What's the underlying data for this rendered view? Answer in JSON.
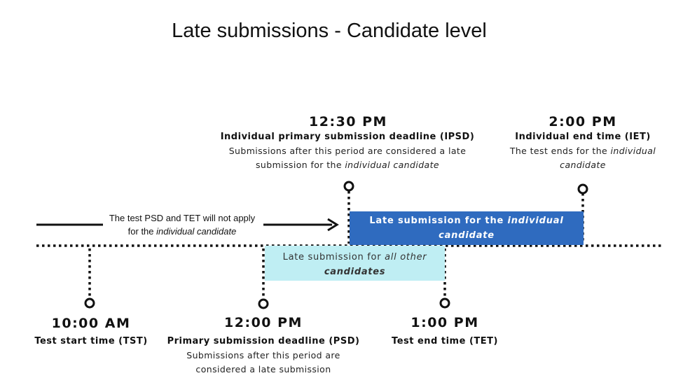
{
  "title": "Late submissions - Candidate level",
  "markers": {
    "tst": {
      "time": "10:00 AM",
      "label": "Test start time (TST)"
    },
    "psd": {
      "time": "12:00 PM",
      "label": "Primary submission deadline (PSD)",
      "desc": [
        "Submissions after this period are",
        "considered a late submission"
      ]
    },
    "ipsd": {
      "time": "12:30 PM",
      "label": "Individual primary submission deadline (IPSD)",
      "desc_line1": "Submissions after this period are considered a late",
      "desc_line2_pre": "submission for the ",
      "desc_line2_em": "individual candidate"
    },
    "tet": {
      "time": "1:00 PM",
      "label": "Test end time (TET)"
    },
    "iet": {
      "time": "2:00 PM",
      "label": "Individual end time (IET)",
      "desc_line1_pre": "The test ends for the ",
      "desc_line1_em": "individual",
      "desc_line2_em": "candidate"
    }
  },
  "note": {
    "line1": "The test PSD and TET will not apply",
    "line2_pre": "for the ",
    "line2_em": "individual candidate"
  },
  "bars": {
    "individual": {
      "line1_pre": "Late submission for the ",
      "line1_em": "individual",
      "line2_em": "candidate"
    },
    "others": {
      "line1_pre": "Late submission for ",
      "line1_em": "all other",
      "line2_em": "candidates"
    }
  },
  "colors": {
    "individual_bar": "#2f6bbf",
    "others_bar": "#bfeef3",
    "line": "#111111"
  }
}
